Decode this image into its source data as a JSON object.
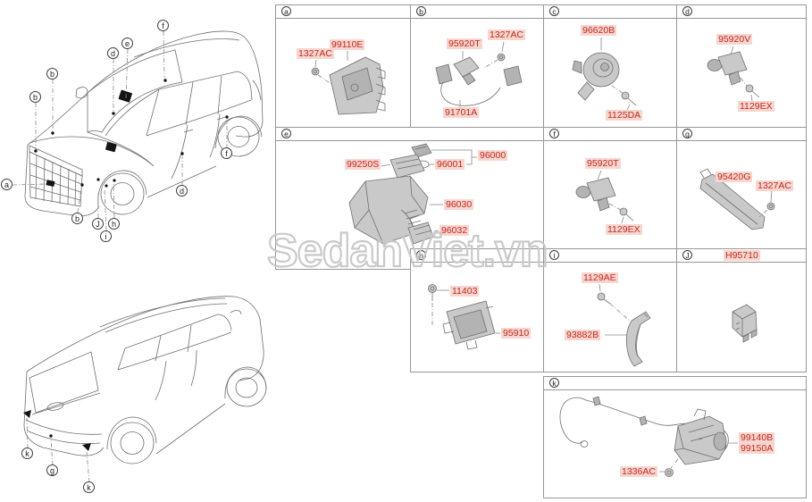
{
  "watermark": {
    "text": "SedanViet.vn"
  },
  "colors": {
    "label_bg": "#f8d6d0",
    "label_text": "#c5281c",
    "grid_border": "#979797",
    "line_art": "#6f6f6f"
  },
  "cells": {
    "a": {
      "letter": "a",
      "parts": [
        {
          "code": "1327AC"
        },
        {
          "code": "99110E"
        }
      ]
    },
    "b": {
      "letter": "b",
      "parts": [
        {
          "code": "95920T"
        },
        {
          "code": "1327AC"
        },
        {
          "code": "91701A"
        }
      ]
    },
    "c": {
      "letter": "c",
      "parts": [
        {
          "code": "96620B"
        },
        {
          "code": "1125DA"
        }
      ]
    },
    "d": {
      "letter": "d",
      "parts": [
        {
          "code": "95920V"
        },
        {
          "code": "1129EX"
        }
      ]
    },
    "e": {
      "letter": "e",
      "parts": [
        {
          "code": "99250S"
        },
        {
          "code": "96001"
        },
        {
          "code": "96000"
        },
        {
          "code": "96030"
        },
        {
          "code": "96032"
        }
      ]
    },
    "f": {
      "letter": "f",
      "parts": [
        {
          "code": "95920T"
        },
        {
          "code": "1129EX"
        }
      ]
    },
    "g": {
      "letter": "g",
      "parts": [
        {
          "code": "95420G"
        },
        {
          "code": "1327AC"
        }
      ]
    },
    "h": {
      "letter": "h",
      "parts": [
        {
          "code": "11403"
        },
        {
          "code": "95910"
        }
      ]
    },
    "i": {
      "letter": "i",
      "parts": [
        {
          "code": "1129AE"
        },
        {
          "code": "93882B"
        }
      ]
    },
    "j": {
      "letter": "J",
      "parts": [
        {
          "code": "H95710"
        }
      ]
    },
    "k": {
      "letter": "k",
      "parts": [
        {
          "code": "99140B"
        },
        {
          "code": "99150A"
        },
        {
          "code": "1336AC"
        }
      ]
    }
  },
  "car_top": {
    "callouts": [
      {
        "label": "a"
      },
      {
        "label": "b"
      },
      {
        "label": "b"
      },
      {
        "label": "b"
      },
      {
        "label": "d"
      },
      {
        "label": "e"
      },
      {
        "label": "f"
      },
      {
        "label": "f"
      },
      {
        "label": "d"
      },
      {
        "label": "J"
      },
      {
        "label": "i"
      },
      {
        "label": "h"
      }
    ]
  },
  "car_bottom": {
    "callouts": [
      {
        "label": "k"
      },
      {
        "label": "g"
      },
      {
        "label": "k"
      }
    ]
  }
}
